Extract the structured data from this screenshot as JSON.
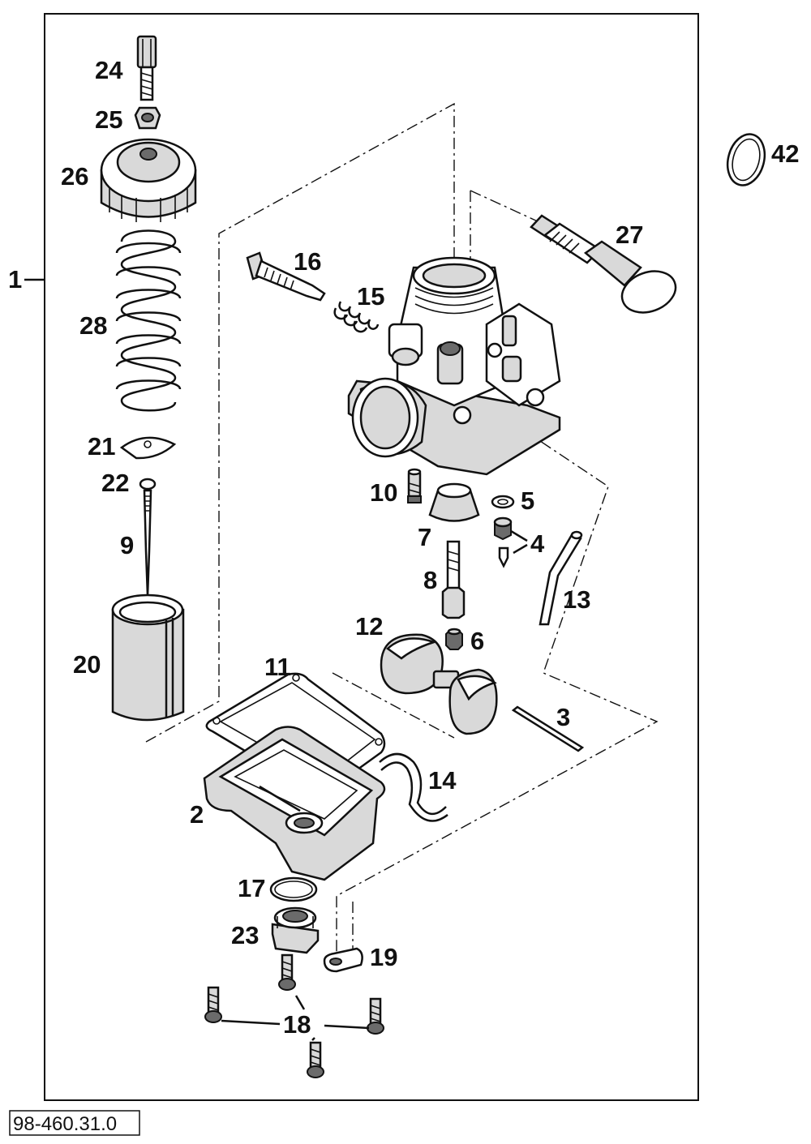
{
  "figure": {
    "reference_code": "98-460.31.0",
    "callouts": [
      "1",
      "2",
      "3",
      "4",
      "5",
      "6",
      "7",
      "8",
      "9",
      "10",
      "11",
      "12",
      "13",
      "14",
      "15",
      "16",
      "17",
      "18",
      "19",
      "20",
      "21",
      "22",
      "23",
      "24",
      "25",
      "26",
      "27",
      "28",
      "42"
    ]
  },
  "parts": [
    {
      "number": "24",
      "icon": "idle-adjust-screw-icon"
    },
    {
      "number": "25",
      "icon": "lock-nut-icon"
    },
    {
      "number": "26",
      "icon": "mixing-chamber-cap-icon"
    },
    {
      "number": "28",
      "icon": "throttle-spring-icon"
    },
    {
      "number": "21",
      "icon": "needle-retainer-plate-icon"
    },
    {
      "number": "22",
      "icon": "e-clip-icon"
    },
    {
      "number": "9",
      "icon": "jet-needle-icon"
    },
    {
      "number": "20",
      "icon": "throttle-slide-icon"
    },
    {
      "number": "16",
      "icon": "air-screw-icon"
    },
    {
      "number": "15",
      "icon": "air-screw-spring-icon"
    },
    {
      "number": "27",
      "icon": "choke-plunger-icon"
    },
    {
      "number": "42",
      "icon": "hose-clamp-icon"
    },
    {
      "number": "10",
      "icon": "pilot-jet-icon"
    },
    {
      "number": "7",
      "icon": "needle-jet-holder-icon"
    },
    {
      "number": "5",
      "icon": "washer-icon"
    },
    {
      "number": "4",
      "icon": "float-needle-valve-icon"
    },
    {
      "number": "8",
      "icon": "needle-jet-icon"
    },
    {
      "number": "6",
      "icon": "main-jet-icon"
    },
    {
      "number": "13",
      "icon": "vent-tube-icon"
    },
    {
      "number": "12",
      "icon": "float-icon"
    },
    {
      "number": "11",
      "icon": "float-bowl-gasket-icon"
    },
    {
      "number": "3",
      "icon": "float-pin-icon"
    },
    {
      "number": "14",
      "icon": "overflow-hose-icon"
    },
    {
      "number": "2",
      "icon": "float-bowl-icon"
    },
    {
      "number": "17",
      "icon": "o-ring-icon"
    },
    {
      "number": "23",
      "icon": "drain-plug-icon"
    },
    {
      "number": "19",
      "icon": "bracket-plate-icon"
    },
    {
      "number": "18",
      "icon": "bowl-screw-icon"
    },
    {
      "number": "1",
      "icon": "carburetor-body-icon"
    }
  ]
}
